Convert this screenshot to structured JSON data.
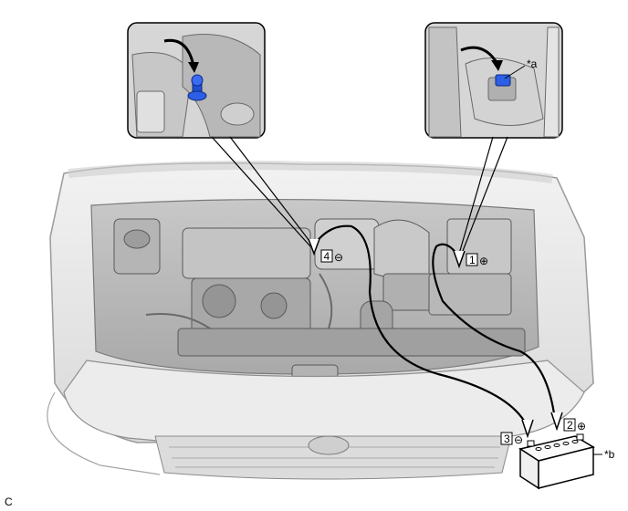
{
  "figure_code": "C",
  "callouts": {
    "a": "*a",
    "b": "*b"
  },
  "steps": [
    {
      "number": "1",
      "symbol": "⊕"
    },
    {
      "number": "2",
      "symbol": "⊕"
    },
    {
      "number": "3",
      "symbol": "⊖"
    },
    {
      "number": "4",
      "symbol": "⊖"
    }
  ]
}
